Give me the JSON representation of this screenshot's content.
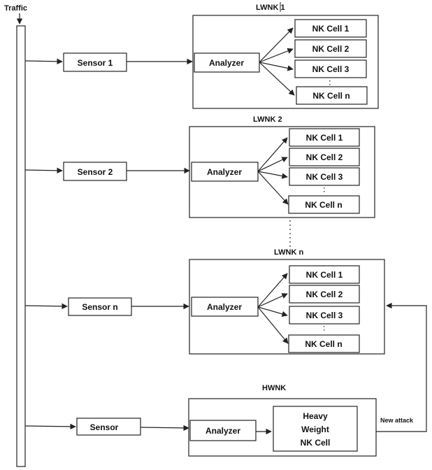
{
  "traffic": {
    "label": "Traffic"
  },
  "lwnk": [
    {
      "title": "LWNK 1",
      "sensor": "Sensor 1",
      "analyzer": "Analyzer",
      "cells": [
        "NK Cell 1",
        "NK Cell 2",
        "NK Cell 3",
        "NK Cell n"
      ]
    },
    {
      "title": "LWNK 2",
      "sensor": "Sensor 2",
      "analyzer": "Analyzer",
      "cells": [
        "NK Cell 1",
        "NK Cell 2",
        "NK Cell 3",
        "NK Cell n"
      ]
    },
    {
      "title": "LWNK n",
      "sensor": "Sensor n",
      "analyzer": "Analyzer",
      "cells": [
        "NK Cell 1",
        "NK Cell 2",
        "NK Cell 3",
        "NK Cell n"
      ]
    }
  ],
  "hwnk": {
    "title": "HWNK",
    "sensor": "Sensor",
    "analyzer": "Analyzer",
    "cell_lines": [
      "Heavy",
      "Weight",
      "NK Cell"
    ]
  },
  "new_attack": {
    "label": "New attack"
  }
}
